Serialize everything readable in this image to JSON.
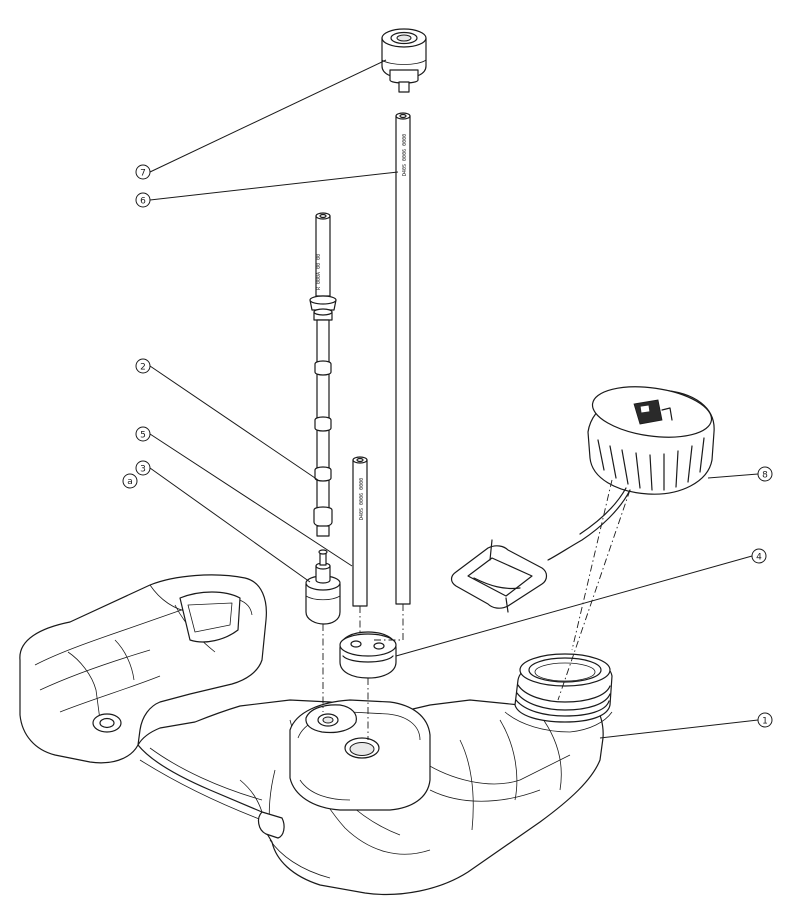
{
  "callouts": [
    {
      "id": "1",
      "label": "1"
    },
    {
      "id": "2",
      "label": "2"
    },
    {
      "id": "3",
      "label": "3"
    },
    {
      "id": "a",
      "label": "a"
    },
    {
      "id": "4",
      "label": "4"
    },
    {
      "id": "5",
      "label": "5"
    },
    {
      "id": "6",
      "label": "6"
    },
    {
      "id": "7",
      "label": "7"
    },
    {
      "id": "8",
      "label": "8"
    }
  ],
  "colors": {
    "line": "#1a1a1a",
    "background": "#ffffff"
  }
}
